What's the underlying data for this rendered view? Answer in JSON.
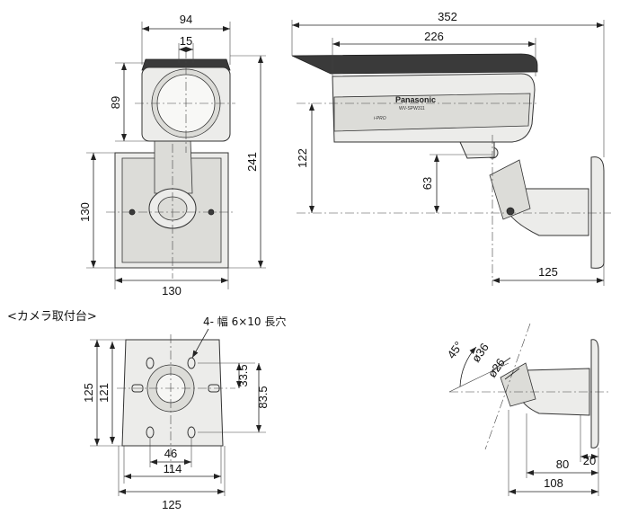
{
  "front_view": {
    "width": "94",
    "lens_offset": "15",
    "housing_height": "89",
    "total_height": "241",
    "plate_height": "130",
    "plate_width": "130"
  },
  "side_view": {
    "total_length": "352",
    "body_length": "226",
    "axis_to_mount": "122",
    "pivot_height": "63",
    "arm_reach": "125",
    "brand": "Panasonic",
    "model": "WV-SPW311",
    "ipro": "i-PRO"
  },
  "mount_section": {
    "heading": "<カメラ取付台>",
    "hole_note": "4- 幅 6×10 長穴",
    "plate_height": "125",
    "inner_height": "121",
    "hole_offset": "33.5",
    "hole_pitch_v": "83.5",
    "hole_pitch_h": "46",
    "inner_width": "114",
    "plate_width": "125",
    "tilt_angle": "45°",
    "ball_dia": "ø36",
    "neck_dia": "ø26",
    "arm_length": "80",
    "plate_depth": "20",
    "total_depth": "108"
  }
}
